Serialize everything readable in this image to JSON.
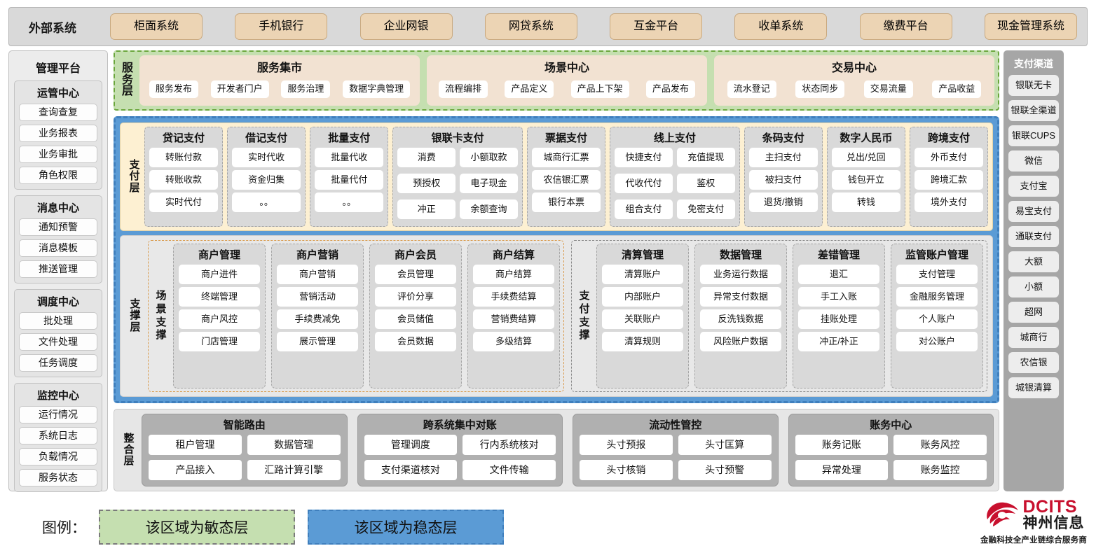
{
  "external": {
    "title": "外部系统",
    "items": [
      "柜面系统",
      "手机银行",
      "企业网银",
      "网贷系统",
      "互金平台",
      "收单系统",
      "缴费平台",
      "现金管理系统"
    ]
  },
  "left_sidebar": {
    "title": "管理平台",
    "groups": [
      {
        "title": "运管中心",
        "items": [
          "查询查复",
          "业务报表",
          "业务审批",
          "角色权限"
        ]
      },
      {
        "title": "消息中心",
        "items": [
          "通知预警",
          "消息模板",
          "推送管理"
        ]
      },
      {
        "title": "调度中心",
        "items": [
          "批处理",
          "文件处理",
          "任务调度"
        ]
      },
      {
        "title": "监控中心",
        "items": [
          "运行情况",
          "系统日志",
          "负载情况",
          "服务状态"
        ]
      }
    ]
  },
  "right_sidebar": {
    "title": "支付渠道",
    "items": [
      "银联无卡",
      "银联全渠道",
      "银联CUPS",
      "微信",
      "支付宝",
      "易宝支付",
      "通联支付",
      "大额",
      "小额",
      "超网",
      "城商行",
      "农信银",
      "城银清算"
    ]
  },
  "service_layer": {
    "label": "服务层",
    "groups": [
      {
        "title": "服务集市",
        "items": [
          "服务发布",
          "开发者门户",
          "服务治理",
          "数据字典管理"
        ]
      },
      {
        "title": "场景中心",
        "items": [
          "流程编排",
          "产品定义",
          "产品上下架",
          "产品发布"
        ]
      },
      {
        "title": "交易中心",
        "items": [
          "流水登记",
          "状态同步",
          "交易流量",
          "产品收益"
        ]
      }
    ]
  },
  "payment_layer": {
    "label": "支付层",
    "columns": [
      {
        "title": "贷记支付",
        "cols": 1,
        "items": [
          "转账付款",
          "转账收款",
          "实时代付"
        ]
      },
      {
        "title": "借记支付",
        "cols": 1,
        "items": [
          "实时代收",
          "资金归集",
          "。。"
        ]
      },
      {
        "title": "批量支付",
        "cols": 1,
        "items": [
          "批量代收",
          "批量代付",
          "。。"
        ]
      },
      {
        "title": "银联卡支付",
        "cols": 2,
        "items": [
          "消费",
          "小额取款",
          "预授权",
          "电子现金",
          "冲正",
          "余额查询"
        ]
      },
      {
        "title": "票据支付",
        "cols": 1,
        "items": [
          "城商行汇票",
          "农信银汇票",
          "银行本票"
        ]
      },
      {
        "title": "线上支付",
        "cols": 2,
        "items": [
          "快捷支付",
          "充值提现",
          "代收代付",
          "鉴权",
          "组合支付",
          "免密支付"
        ]
      },
      {
        "title": "条码支付",
        "cols": 1,
        "items": [
          "主扫支付",
          "被扫支付",
          "退货/撤销"
        ]
      },
      {
        "title": "数字人民币",
        "cols": 1,
        "items": [
          "兑出/兑回",
          "钱包开立",
          "转钱"
        ]
      },
      {
        "title": "跨境支付",
        "cols": 1,
        "items": [
          "外币支付",
          "跨境汇款",
          "境外支付"
        ]
      }
    ]
  },
  "support_layer": {
    "label": "支撑层",
    "halves": [
      {
        "sublabel": "场景支撑",
        "columns": [
          {
            "title": "商户管理",
            "items": [
              "商户进件",
              "终端管理",
              "商户风控",
              "门店管理"
            ]
          },
          {
            "title": "商户营销",
            "items": [
              "商户营销",
              "营销活动",
              "手续费减免",
              "展示管理"
            ]
          },
          {
            "title": "商户会员",
            "items": [
              "会员管理",
              "评价分享",
              "会员储值",
              "会员数据"
            ]
          },
          {
            "title": "商户结算",
            "items": [
              "商户结算",
              "手续费结算",
              "营销费结算",
              "多级结算"
            ]
          }
        ]
      },
      {
        "sublabel": "支付支撑",
        "columns": [
          {
            "title": "清算管理",
            "items": [
              "清算账户",
              "内部账户",
              "关联账户",
              "清算规则"
            ]
          },
          {
            "title": "数据管理",
            "items": [
              "业务运行数据",
              "异常支付数据",
              "反洗钱数据",
              "风险账户数据"
            ]
          },
          {
            "title": "差错管理",
            "items": [
              "退汇",
              "手工入账",
              "挂账处理",
              "冲正/补正"
            ]
          },
          {
            "title": "监管账户管理",
            "items": [
              "支付管理",
              "金融服务管理",
              "个人账户",
              "对公账户"
            ]
          }
        ]
      }
    ]
  },
  "integration_layer": {
    "label": "整合层",
    "groups": [
      {
        "title": "智能路由",
        "items": [
          "租户管理",
          "数据管理",
          "产品接入",
          "汇路计算引擎"
        ]
      },
      {
        "title": "跨系统集中对账",
        "items": [
          "管理调度",
          "行内系统核对",
          "支付渠道核对",
          "文件传输"
        ]
      },
      {
        "title": "流动性管控",
        "items": [
          "头寸预报",
          "头寸匡算",
          "头寸核销",
          "头寸预警"
        ]
      },
      {
        "title": "账务中心",
        "items": [
          "账务记账",
          "账务风控",
          "异常处理",
          "账务监控"
        ]
      }
    ]
  },
  "legend": {
    "label": "图例：",
    "agile": "该区域为敏态层",
    "stable": "该区域为稳态层"
  },
  "logo": {
    "en": "DCITS",
    "cn": "神州信息",
    "tagline": "金融科技全产业链综合服务商"
  },
  "colors": {
    "agile_green": "#c5dfb0",
    "stable_blue": "#5b9bd5",
    "external_tan": "#ecd4b4",
    "payment_cream": "#fdf0d2",
    "brand_red": "#c8102e"
  }
}
